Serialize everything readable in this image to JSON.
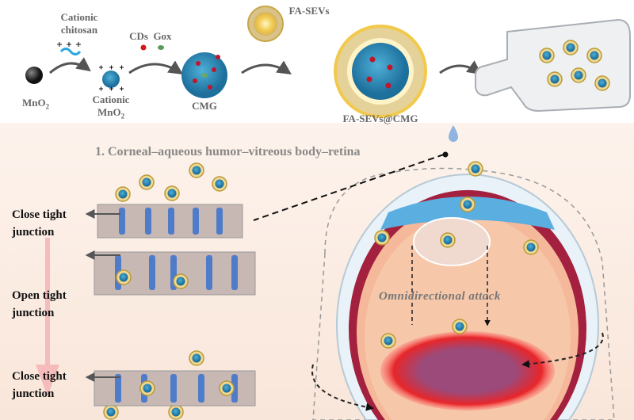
{
  "synthesis": {
    "chitosan_label": "Cationic chitosan",
    "mno2_label": "MnO",
    "mno2_sub": "2",
    "cationic_mno2_line1": "Cationic",
    "cationic_mno2_line2": "MnO",
    "cationic_mno2_sub": "2",
    "cds_label": "CDs",
    "gox_label": "Gox",
    "cmg_label": "CMG",
    "fasevs_label": "FA-SEVs",
    "fasevs_cmg_label": "FA-SEVs@CMG"
  },
  "pathway": {
    "title": "1. Corneal–aqueous humor–vitreous body–retina",
    "attack_label": "Omnidirectional attack"
  },
  "junction_stages": [
    {
      "line1": "Close tight",
      "line2": "junction"
    },
    {
      "line1": "Open tight",
      "line2": "junction"
    },
    {
      "line1": "Close tight",
      "line2": "junction"
    }
  ],
  "colors": {
    "particle_blue": "#2a9fd6",
    "vesicle_gold": "#e8c25a",
    "tumor_red": "#e8262a",
    "eye_wall": "#a3203e",
    "cell_blue": "#4f7cc9"
  }
}
